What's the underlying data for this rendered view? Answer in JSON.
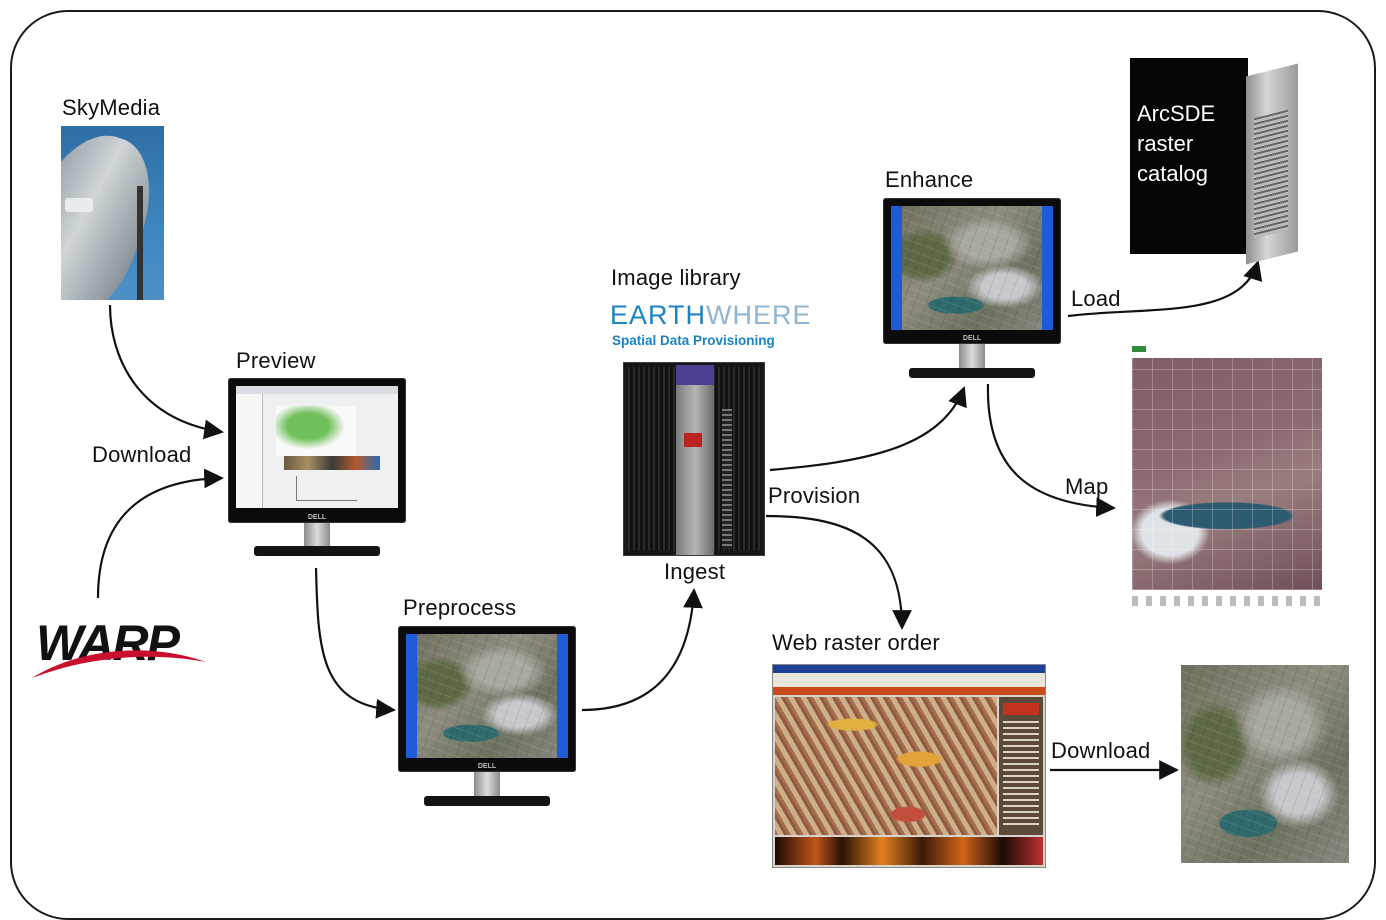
{
  "labels": {
    "skymedia": "SkyMedia",
    "preview": "Preview",
    "download_left": "Download",
    "preprocess": "Preprocess",
    "image_library": "Image library",
    "ingest": "Ingest",
    "provision": "Provision",
    "enhance": "Enhance",
    "load": "Load",
    "map": "Map",
    "web_raster_order": "Web raster order",
    "download_right": "Download"
  },
  "server_text": {
    "line1": "ArcSDE",
    "line2": "raster",
    "line3": "catalog"
  },
  "earthwhere": {
    "word_a": "EARTH",
    "word_b": "WHERE",
    "tagline": "Spatial Data Provisioning"
  },
  "warp": {
    "word": "WARP"
  },
  "monitor_brand": "DELL",
  "colors": {
    "screen_blue": "#1e5bd6",
    "earthwhere_blue": "#1b82c5",
    "warp_red": "#c8102e"
  }
}
